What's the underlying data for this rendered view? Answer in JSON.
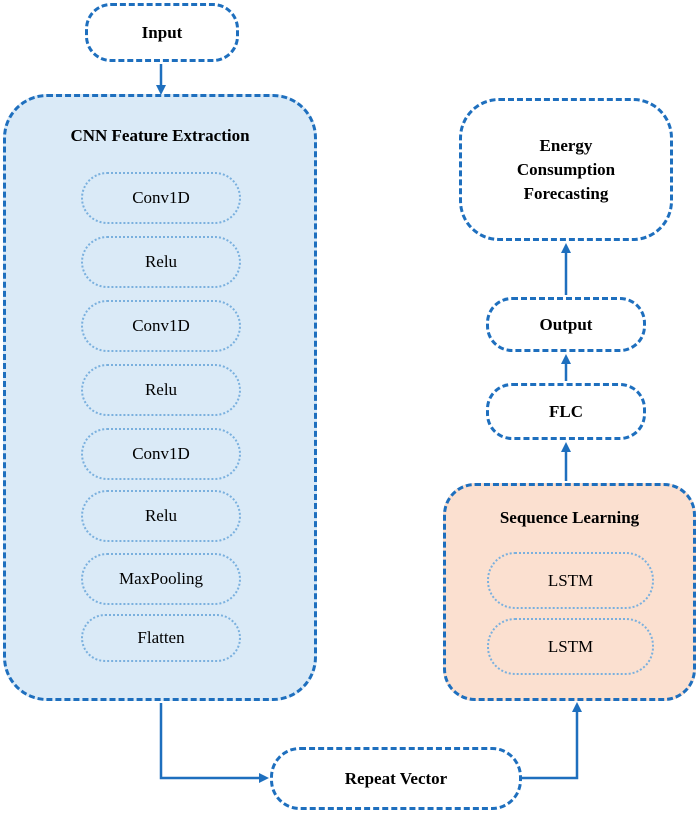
{
  "nodes": {
    "input": "Input",
    "energy_line1": "Energy",
    "energy_line2": "Consumption",
    "energy_line3": "Forecasting",
    "output": "Output",
    "flc": "FLC",
    "repeat_vector": "Repeat Vector"
  },
  "cnn": {
    "title": "CNN Feature Extraction",
    "layers": [
      "Conv1D",
      "Relu",
      "Conv1D",
      "Relu",
      "Conv1D",
      "Relu",
      "MaxPooling",
      "Flatten"
    ]
  },
  "sequence": {
    "title": "Sequence Learning",
    "layers": [
      "LSTM",
      "LSTM"
    ]
  },
  "colors": {
    "border": "#1e6fbe",
    "inner_border": "#7ab0de",
    "cnn_fill": "#daeaf7",
    "sequence_fill": "#fbe0d0",
    "arrow": "#1e6fbe"
  }
}
